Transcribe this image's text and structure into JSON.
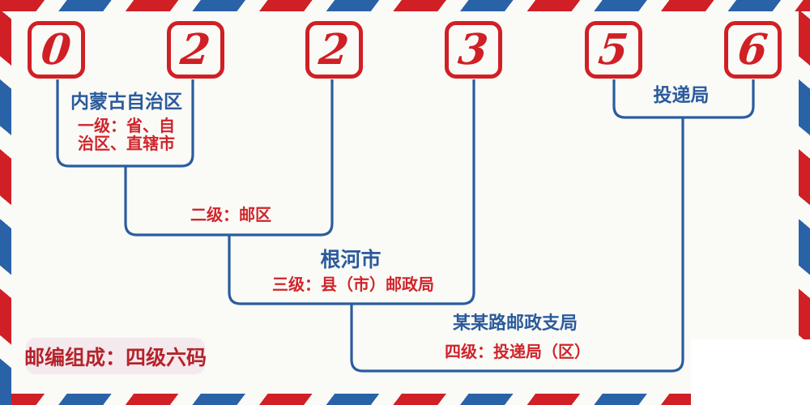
{
  "postal_code": {
    "digits": [
      "0",
      "2",
      "2",
      "3",
      "5",
      "6"
    ]
  },
  "labels": {
    "level1_region": "内蒙古自治区",
    "level1_desc_line1": "一级：省、自",
    "level1_desc_line2": "治区、直辖市",
    "level2_desc": "二级：邮区",
    "level3_city": "根河市",
    "level3_desc": "三级：县（市）邮政局",
    "level4_branch": "某某路邮政支局",
    "level4_desc": "四级：投递局（区）",
    "delivery_office": "投递局",
    "composition_note": "邮编组成：四级六码"
  },
  "colors": {
    "red": "#d02025",
    "blue_line": "#2b5c9f",
    "blue_text": "#2b5a9c",
    "background": "#fafbf7",
    "badge_background": "#f4e9ed",
    "badge_text": "#b5232b"
  }
}
